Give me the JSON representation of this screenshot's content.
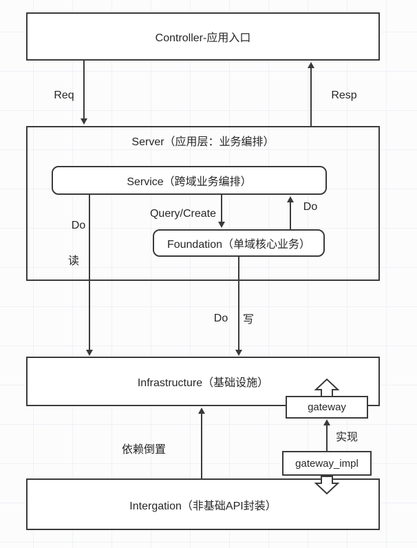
{
  "nodes": {
    "controller": "Controller-应用入口",
    "server": "Server（应用层：业务编排）",
    "service": "Service（跨域业务编排）",
    "foundation": "Foundation（单域核心业务）",
    "infrastructure": "Infrastructure（基础设施）",
    "gateway": "gateway",
    "gateway_impl": "gateway_impl",
    "integration": "Intergation（非基础API封装）"
  },
  "edges": {
    "req": "Req",
    "resp": "Resp",
    "query_create": "Query/Create",
    "do_up": "Do",
    "do_read": "Do",
    "read": "读",
    "do_write": "Do",
    "write": "写",
    "dependency_inversion": "依赖倒置",
    "implement": "实现"
  },
  "colors": {
    "line": "#3a3a3a",
    "box_border": "#3a3a3a",
    "box_fill": "#ffffff",
    "text": "#262626",
    "background": "#fcfcfc",
    "grid": "#eef1f5"
  }
}
